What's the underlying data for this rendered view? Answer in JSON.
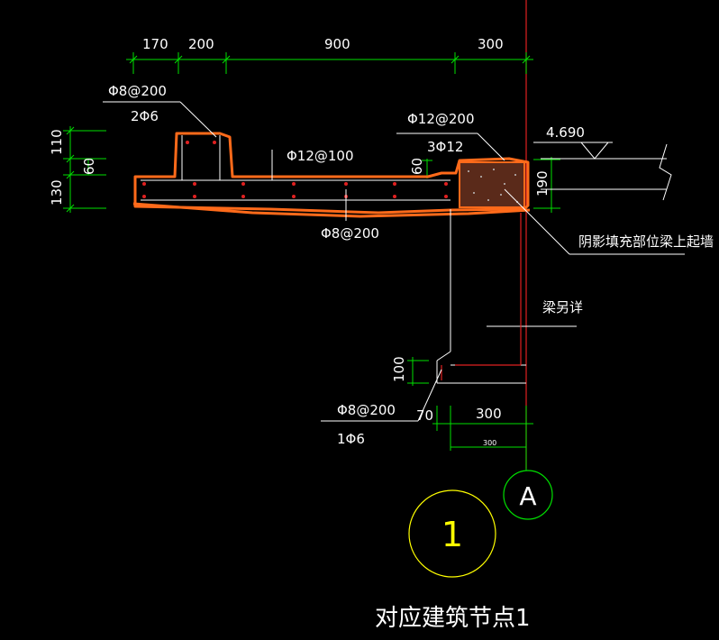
{
  "colors": {
    "background": "#000000",
    "dimension_line": "#00e000",
    "text": "#ffffff",
    "concrete_outline": "#ff6a1a",
    "rebar_red": "#e02020",
    "axis_circle": "#00e000",
    "detail_circle": "#ffff00"
  },
  "dimensions": {
    "top": [
      "170",
      "200",
      "900",
      "300"
    ],
    "left_110": "110",
    "left_60": "60",
    "left_130": "130",
    "mid_60": "60",
    "beam_190": "190",
    "bottom_100": "100",
    "bottom_70": "70",
    "bottom_300": "300",
    "bottom_small_300": "300"
  },
  "labels": {
    "rebar_top_left_1": "Φ8@200",
    "rebar_top_left_2": "2Φ6",
    "rebar_top_right_1": "Φ12@200",
    "rebar_top_right_2": "3Φ12",
    "rebar_slab_top": "Φ12@100",
    "rebar_slab_bottom": "Φ8@200",
    "elevation": "4.690",
    "shade_note": "阴影填充部位梁上起墙",
    "beam_note": "梁另详",
    "rebar_bottom_1": "Φ8@200",
    "rebar_bottom_2": "1Φ6"
  },
  "axis_label": "A",
  "detail_number": "1",
  "caption": "对应建筑节点1"
}
